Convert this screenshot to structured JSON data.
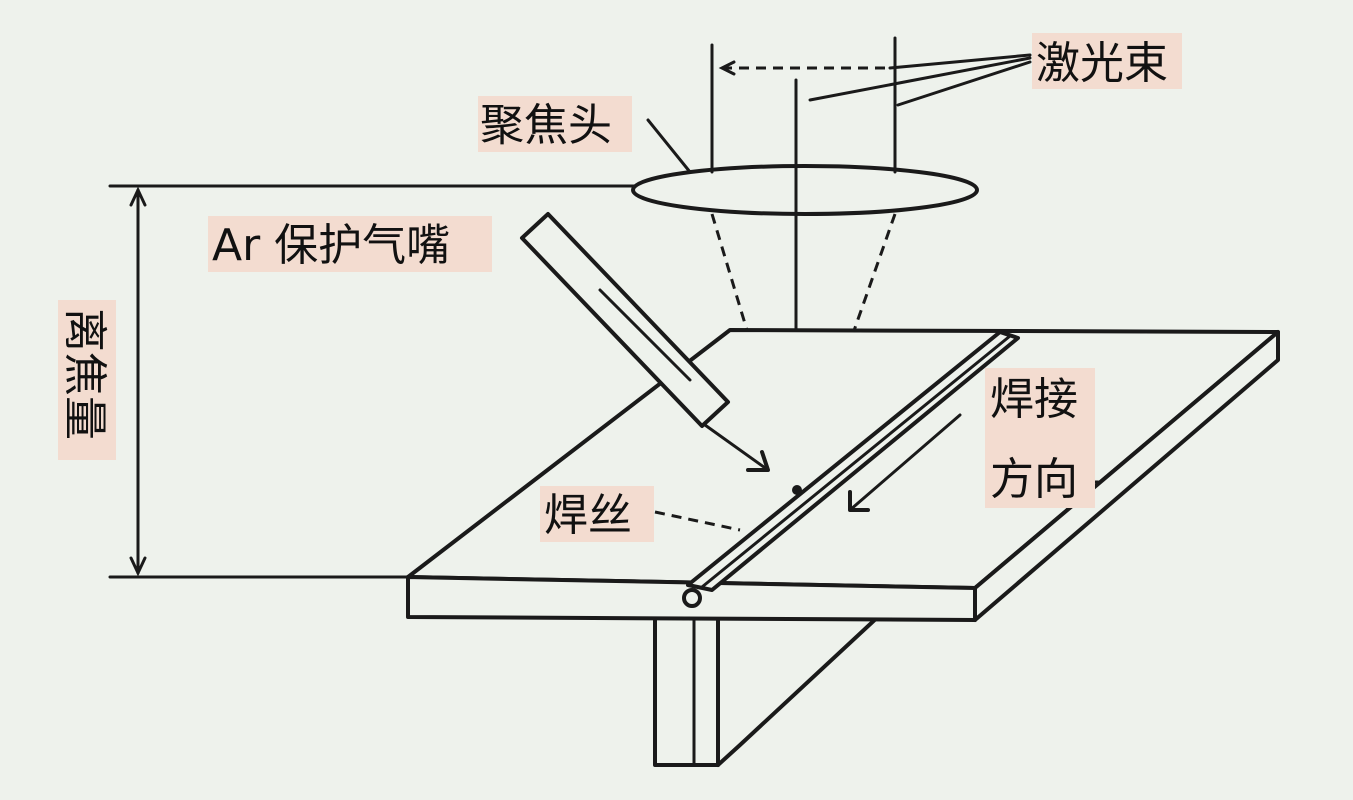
{
  "labels": {
    "laser_beam": "激光束",
    "focus_head": "聚焦头",
    "ar_nozzle": "Ar 保护气嘴",
    "defocus": "离焦量",
    "welding_dir_1": "焊接",
    "welding_dir_2": "方向",
    "filler_wire": "焊丝"
  },
  "colors": {
    "background": "#eef2ec",
    "line": "#1a1a1a",
    "label_highlight": "#f3dcd0"
  }
}
